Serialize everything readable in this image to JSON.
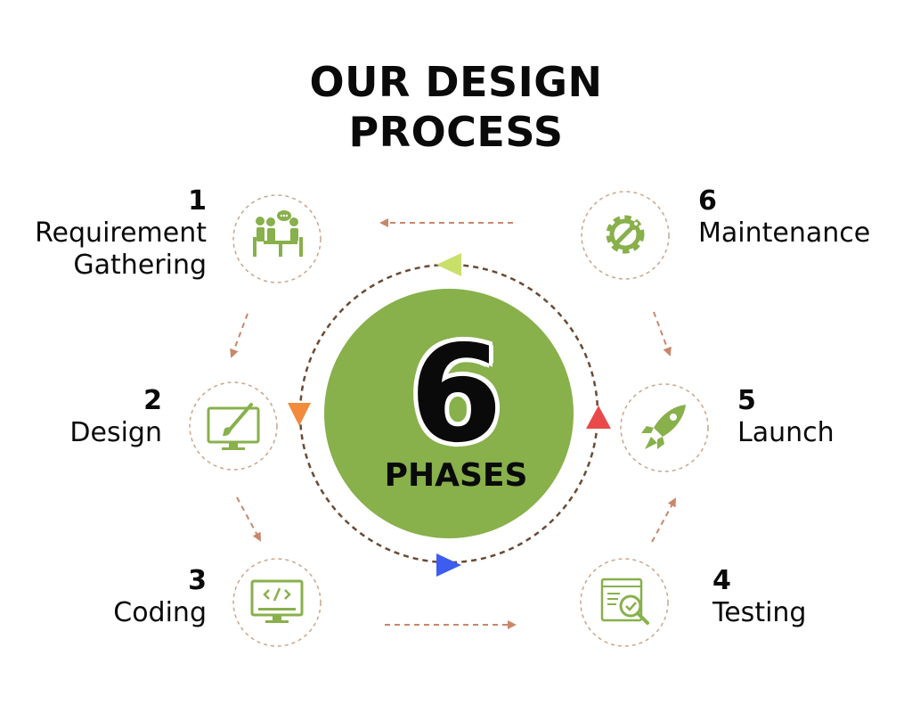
{
  "title": {
    "line1": "OUR DESIGN",
    "line2": "PROCESS"
  },
  "center": {
    "number": "6",
    "label": "PHASES",
    "color": "#88b04b"
  },
  "colors": {
    "icon_green": "#88b04b",
    "dashed_circle": "#caa58a",
    "arrow": "#c9876a",
    "ring": "#6b4a33",
    "triangle_top": "#c8e06a",
    "triangle_left": "#f28c3c",
    "triangle_bottom": "#3d5cf0",
    "triangle_right": "#e84a4a"
  },
  "phases": [
    {
      "number": "1",
      "name_line1": "Requirement",
      "name_line2": "Gathering",
      "icon": "team-meeting-icon"
    },
    {
      "number": "2",
      "name_line1": "Design",
      "name_line2": "",
      "icon": "monitor-paintbrush-icon"
    },
    {
      "number": "3",
      "name_line1": "Coding",
      "name_line2": "",
      "icon": "monitor-code-icon"
    },
    {
      "number": "4",
      "name_line1": "Testing",
      "name_line2": "",
      "icon": "magnifier-check-icon"
    },
    {
      "number": "5",
      "name_line1": "Launch",
      "name_line2": "",
      "icon": "rocket-icon"
    },
    {
      "number": "6",
      "name_line1": "Maintenance",
      "name_line2": "",
      "icon": "gear-wrench-icon"
    }
  ]
}
